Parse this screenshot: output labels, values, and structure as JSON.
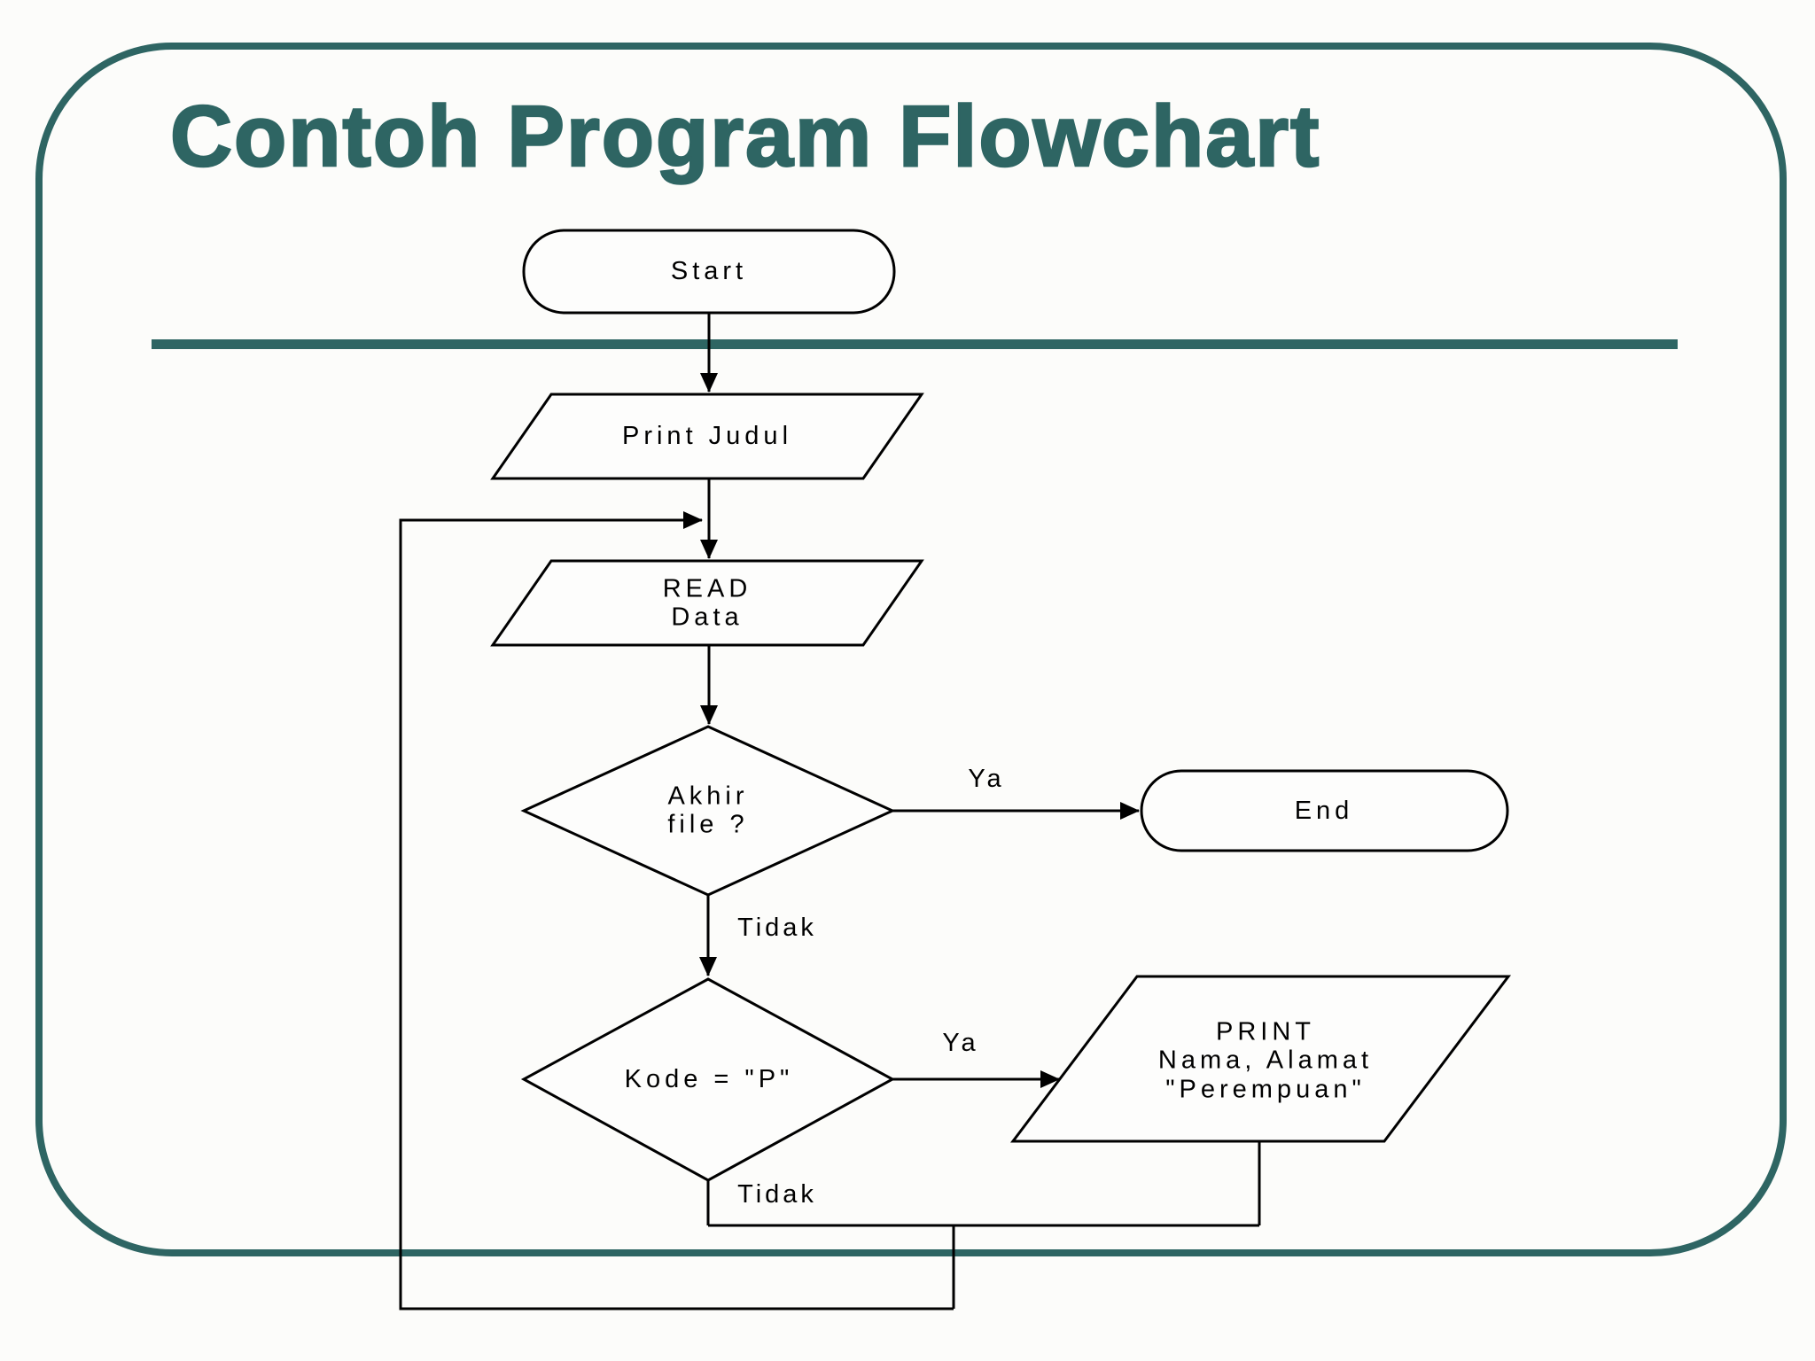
{
  "slide": {
    "title": "Contoh Program Flowchart",
    "colors": {
      "accent": "#2E6563",
      "background": "#FCFCFA",
      "line": "#000000",
      "shape_fill": "#FDFDFC"
    }
  },
  "flowchart": {
    "nodes": {
      "start": {
        "shape": "terminator",
        "label": "Start"
      },
      "print_judul": {
        "shape": "input-output",
        "label": "Print Judul"
      },
      "read_data": {
        "shape": "input-output",
        "label": "READ\nData"
      },
      "akhir_file": {
        "shape": "decision",
        "label": "Akhir\nfile ?"
      },
      "end": {
        "shape": "terminator",
        "label": "End"
      },
      "kode_p": {
        "shape": "decision",
        "label": "Kode = \"P\""
      },
      "print_nama": {
        "shape": "input-output",
        "label": "PRINT\nNama, Alamat\n\"Perempuan\""
      }
    },
    "edge_labels": {
      "akhir_file_yes": "Ya",
      "akhir_file_no": "Tidak",
      "kode_p_yes": "Ya",
      "kode_p_no": "Tidak"
    }
  }
}
